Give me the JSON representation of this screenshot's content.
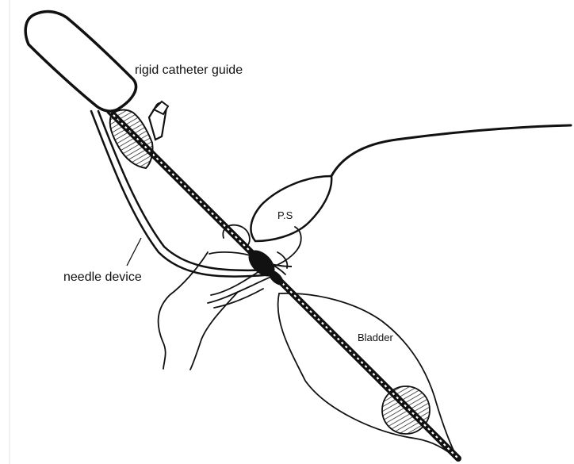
{
  "diagram": {
    "labels": {
      "guide": "rigid catheter guide",
      "needle": "needle device",
      "pubic": "P.S",
      "bladder": "Bladder"
    }
  },
  "colors": {
    "ink": "#111111",
    "background": "#ffffff"
  }
}
